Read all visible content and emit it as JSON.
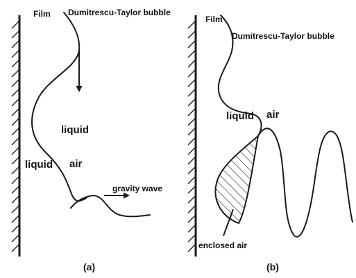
{
  "panel_a": {
    "film_label": "Film",
    "bubble_label": "Dumitrescu-Taylor bubble",
    "liquid_upper_label": "liquid",
    "liquid_lower_label": "liquid",
    "air_label": "air",
    "gravity_wave_label": "gravity wave",
    "caption": "(a)"
  },
  "panel_b": {
    "film_label": "Film",
    "bubble_label": "Dumitrescu-Taylor bubble",
    "liquid_label": "liquid",
    "air_label": "air",
    "enclosed_air_label": "enclosed air",
    "caption": "(b)"
  }
}
